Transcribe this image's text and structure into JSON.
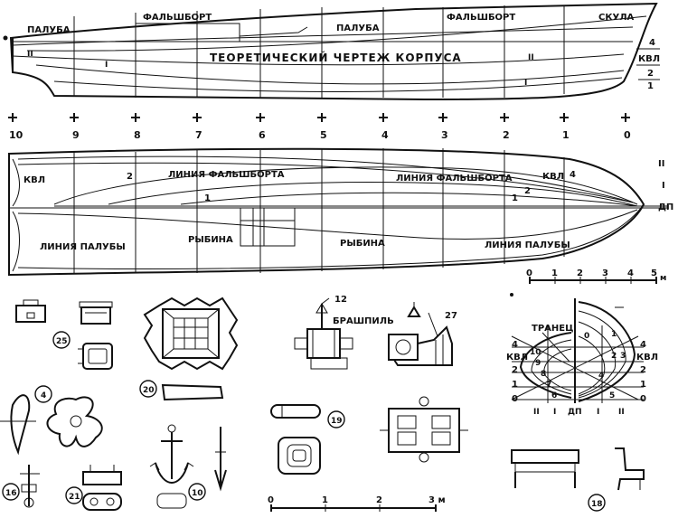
{
  "profile": {
    "labels": {
      "paluba_left": "ПАЛУБА",
      "falshbort_1": "ФАЛЬШБОРТ",
      "paluba_mid": "ПАЛУБА",
      "falshbort_2": "ФАЛЬШБОРТ",
      "skula": "СКУЛА",
      "title": "ТЕОРЕТИЧЕСКИЙ ЧЕРТЕЖ КОРПУСА",
      "wl_4": "4",
      "kvl": "КВЛ",
      "wl_2": "2",
      "wl_1": "1",
      "buttock_2": "II",
      "buttock_1": "I",
      "buttock_2b": "II",
      "buttock_1b": "I"
    }
  },
  "stations": [
    "10",
    "9",
    "8",
    "7",
    "6",
    "5",
    "4",
    "3",
    "2",
    "1",
    "0"
  ],
  "plan": {
    "labels": {
      "kvl_left": "КВЛ",
      "line_2_left": "2",
      "falshbort_left": "ЛИНИЯ ФАЛЬШБОРТА",
      "line_1_left": "1",
      "falshbort_right": "ЛИНИЯ ФАЛЬШБОРТА",
      "line_2_right": "2",
      "line_1_right": "1",
      "kvl_right": "КВЛ",
      "line_4": "4",
      "deck_left": "ЛИНИЯ ПАЛУБЫ",
      "rybina_left": "РЫБИНА",
      "rybina_mid": "РЫБИНА",
      "deck_right": "ЛИНИЯ ПАЛУБЫ",
      "right_ii": "II",
      "right_i": "I",
      "right_dp": "ДП"
    }
  },
  "scales": {
    "top": {
      "ticks": [
        "0",
        "1",
        "2",
        "3",
        "4",
        "5"
      ],
      "unit": "м"
    },
    "bottom": {
      "ticks": [
        "0",
        "1",
        "2"
      ],
      "unit": "3 м"
    }
  },
  "body_plan": {
    "tranets": "ТРАНЕЦ",
    "left_rows": [
      "4",
      "КВЛ",
      "2",
      "1",
      "0"
    ],
    "right_rows": [
      "4",
      "КВЛ",
      "2",
      "1",
      "0"
    ],
    "stations_left": [
      "10",
      "9",
      "8",
      "7",
      "6"
    ],
    "stations_right": [
      "0",
      "1",
      "2",
      "3",
      "4",
      "5"
    ],
    "bottom_axis": [
      "II",
      "I",
      "ДП",
      "I",
      "II"
    ]
  },
  "details": {
    "windlass_label": "БРАШПИЛЬ",
    "callouts": [
      "25",
      "4",
      "20",
      "12",
      "27",
      "19",
      "16",
      "21",
      "10",
      "18"
    ]
  }
}
